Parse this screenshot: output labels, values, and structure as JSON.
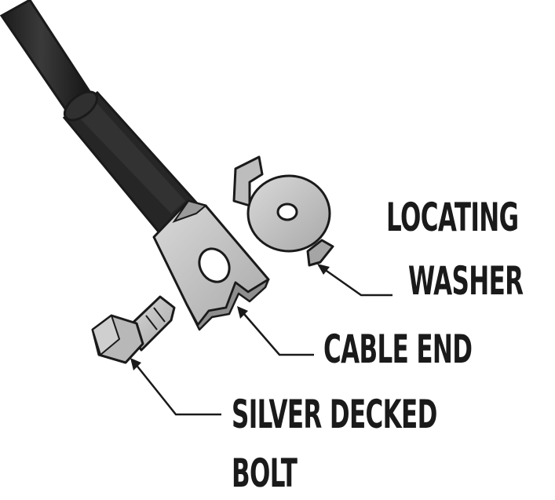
{
  "labels": {
    "locating_washer": [
      "LOCATING",
      "WASHER"
    ],
    "cable_end": "CABLE END",
    "silver_decked_bolt": [
      "SILVER DECKED",
      "BOLT"
    ]
  },
  "colors": {
    "outline": "#1a1a1a",
    "cable": "#2b2b2b",
    "metal": "#c8c8c8",
    "metal_shadow": "#8e8e8e",
    "background": "#ffffff"
  },
  "icons": {
    "cable": "cable-icon",
    "cable_end": "ring-terminal-icon",
    "washer": "locating-washer-icon",
    "bolt": "hex-bolt-icon"
  }
}
